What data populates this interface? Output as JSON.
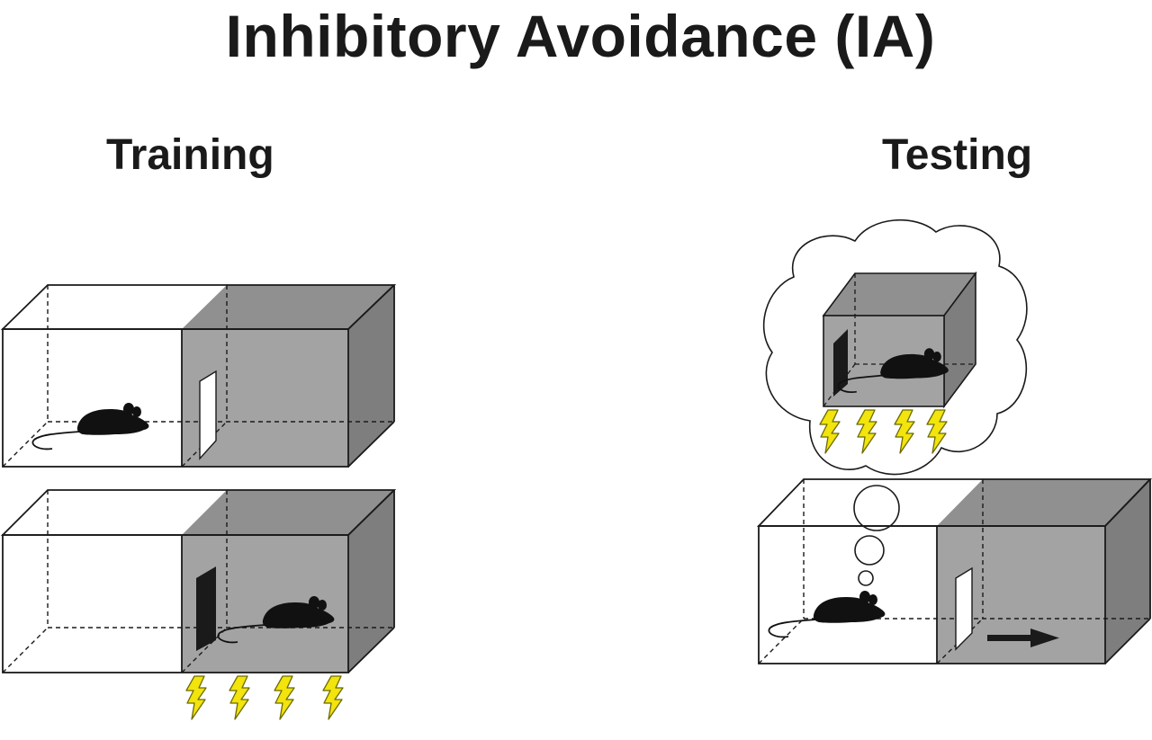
{
  "title": "Inhibitory Avoidance (IA)",
  "panels": {
    "training": {
      "label": "Training"
    },
    "testing": {
      "label": "Testing"
    }
  },
  "colors": {
    "dark_face": "#a3a3a3",
    "dark_top": "#909090",
    "dark_side": "#7e7e7e",
    "mouse": "#111111",
    "shock_fill": "#f2e40c",
    "shock_stroke": "#6b6b00",
    "door_closed": "#1a1a1a",
    "door_open": "#ffffff"
  },
  "icons": [
    "mouse-icon",
    "lightning-bolt-icon",
    "thought-bubble-icon",
    "arrow-right-icon"
  ]
}
